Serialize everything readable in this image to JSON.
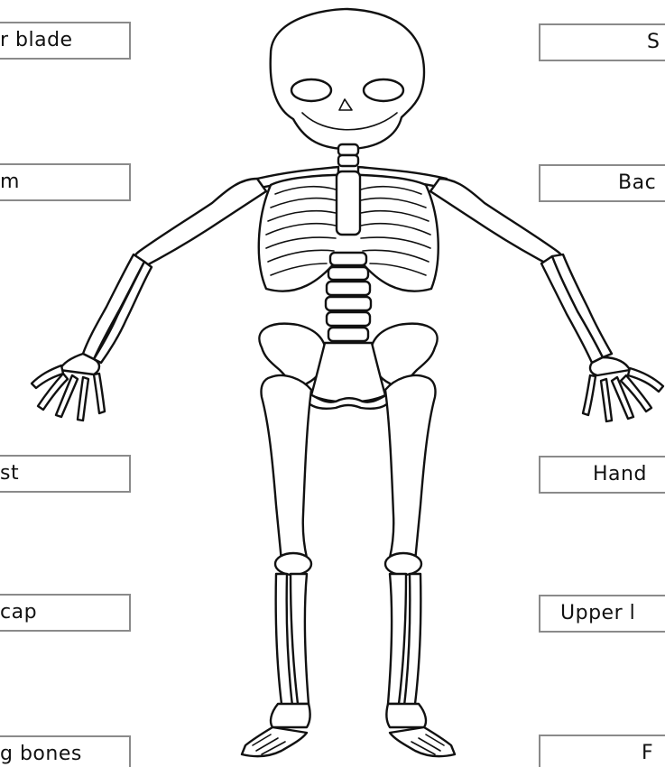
{
  "worksheet": {
    "left_labels": [
      {
        "id": "shoulder-blade",
        "text": "r blade"
      },
      {
        "id": "arm",
        "text": "m"
      },
      {
        "id": "wrist",
        "text": "st"
      },
      {
        "id": "kneecap",
        "text": "cap"
      },
      {
        "id": "leg-bones",
        "text": "g bones"
      }
    ],
    "right_labels": [
      {
        "id": "skull",
        "text": "S"
      },
      {
        "id": "backbone",
        "text": "Bac"
      },
      {
        "id": "hand",
        "text": "Hand"
      },
      {
        "id": "upper",
        "text": "Upper l"
      },
      {
        "id": "foot",
        "text": "F"
      }
    ]
  }
}
